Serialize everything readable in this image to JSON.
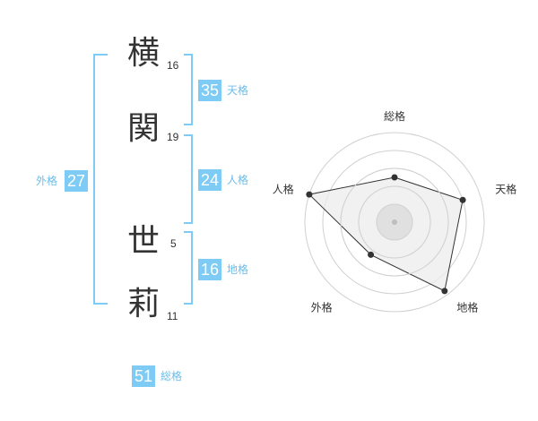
{
  "name": {
    "characters": [
      {
        "char": "横",
        "strokes": "16"
      },
      {
        "char": "関",
        "strokes": "19"
      },
      {
        "char": "世",
        "strokes": "5"
      },
      {
        "char": "莉",
        "strokes": "11"
      }
    ]
  },
  "fortunes": {
    "tenkaku": {
      "label": "天格",
      "value": "35"
    },
    "jinkaku": {
      "label": "人格",
      "value": "24"
    },
    "chikaku": {
      "label": "地格",
      "value": "16"
    },
    "gaikaku": {
      "label": "外格",
      "value": "27"
    },
    "soukaku": {
      "label": "総格",
      "value": "51"
    }
  },
  "chart_data": {
    "type": "radar",
    "axes": [
      "総格",
      "天格",
      "地格",
      "外格",
      "人格"
    ],
    "values": [
      0.5,
      0.8,
      0.95,
      0.45,
      1.0
    ],
    "rings": 5,
    "colors": {
      "accent": "#7ecbf5",
      "fill": "#ececec",
      "stroke": "#333333",
      "grid": "#d0d0d0"
    }
  }
}
